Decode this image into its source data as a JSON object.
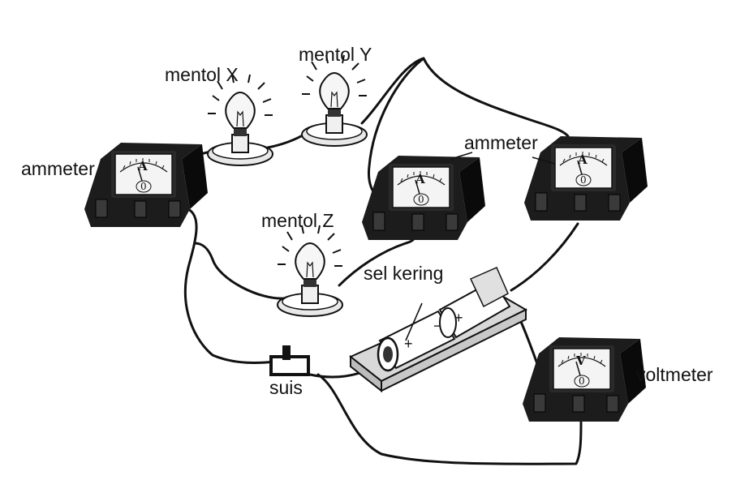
{
  "labels": {
    "bulb_x": "mentol X",
    "bulb_y": "mentol Y",
    "bulb_z": "mentol Z",
    "ammeter_left": "ammeter",
    "ammeter_right": "ammeter",
    "dry_cell": "sel kering",
    "switch": "suis",
    "voltmeter": "voltmeter"
  },
  "meter_symbols": {
    "ammeter": "A",
    "voltmeter": "V",
    "zero": "0"
  },
  "cell_signs": {
    "plus": "+",
    "minus": "−"
  },
  "colors": {
    "ink": "#111111",
    "background": "#ffffff"
  }
}
